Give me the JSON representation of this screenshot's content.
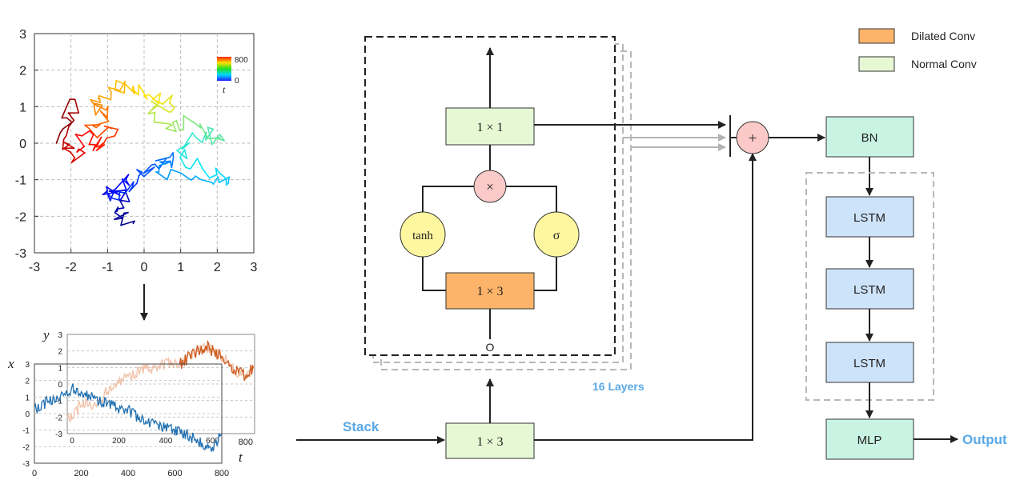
{
  "colors": {
    "dilated_conv": "#fdb46a",
    "normal_conv": "#e6f9d4",
    "bn_mlp": "#c9f4e4",
    "lstm": "#cde3fa",
    "gate": "#fef7a0",
    "multiply": "#fcc9c9",
    "accent_text": "#5aa8e6",
    "series_x": "#1f6fb0",
    "series_y": "#cc5a1e",
    "series_y_faded": "#f0c1a8"
  },
  "legend": {
    "items": [
      {
        "label": "Dilated Conv",
        "color": "#fdb46a"
      },
      {
        "label": "Normal Conv",
        "color": "#e6f9d4"
      }
    ]
  },
  "blocks": {
    "top_conv": "1 × 1",
    "dilated_conv": "1 × 3",
    "input_conv": "1 × 3",
    "tanh": "tanh",
    "sigma": "σ",
    "multiply": "×",
    "plus": "+",
    "bn": "BN",
    "lstm": [
      "LSTM",
      "LSTM",
      "LSTM"
    ],
    "mlp": "MLP"
  },
  "labels": {
    "stack": "Stack",
    "layers": "16 Layers",
    "output": "Output",
    "junction": "O"
  },
  "chart_data": [
    {
      "type": "scatter",
      "xlim": [
        -3,
        3
      ],
      "ylim": [
        -3,
        3
      ],
      "x_ticks": [
        "-3",
        "-2",
        "-1",
        "0",
        "1",
        "2",
        "3"
      ],
      "y_ticks": [
        "3",
        "2",
        "1",
        "0",
        "-1",
        "-2",
        "-3"
      ],
      "grid": true,
      "colorbar": {
        "label": "t",
        "min_label": "0",
        "max_label": "800"
      },
      "trajectory": [
        {
          "t": 0,
          "x": -0.3,
          "y": -2.2
        },
        {
          "t": 25,
          "x": -0.8,
          "y": -1.9
        },
        {
          "t": 50,
          "x": -0.4,
          "y": -1.6
        },
        {
          "t": 75,
          "x": -1.0,
          "y": -1.3
        },
        {
          "t": 100,
          "x": -0.5,
          "y": -1.0
        },
        {
          "t": 125,
          "x": -0.9,
          "y": -1.5
        },
        {
          "t": 150,
          "x": -0.2,
          "y": -1.1
        },
        {
          "t": 175,
          "x": 0.2,
          "y": -0.6
        },
        {
          "t": 200,
          "x": 0.8,
          "y": -0.4
        },
        {
          "t": 225,
          "x": 0.4,
          "y": -0.8
        },
        {
          "t": 250,
          "x": 1.4,
          "y": -0.9
        },
        {
          "t": 275,
          "x": 2.3,
          "y": -1.1
        },
        {
          "t": 300,
          "x": 1.6,
          "y": -0.7
        },
        {
          "t": 325,
          "x": 0.9,
          "y": -0.2
        },
        {
          "t": 350,
          "x": 1.7,
          "y": 0.3
        },
        {
          "t": 375,
          "x": 2.1,
          "y": 0.1
        },
        {
          "t": 400,
          "x": 1.3,
          "y": 0.6
        },
        {
          "t": 425,
          "x": 0.6,
          "y": 0.4
        },
        {
          "t": 450,
          "x": 0.2,
          "y": 0.9
        },
        {
          "t": 475,
          "x": 0.7,
          "y": 1.1
        },
        {
          "t": 500,
          "x": 0.0,
          "y": 1.3
        },
        {
          "t": 525,
          "x": -0.5,
          "y": 1.6
        },
        {
          "t": 550,
          "x": -0.9,
          "y": 1.4
        },
        {
          "t": 575,
          "x": -1.4,
          "y": 1.1
        },
        {
          "t": 600,
          "x": -1.0,
          "y": 0.7
        },
        {
          "t": 625,
          "x": -1.5,
          "y": 0.4
        },
        {
          "t": 650,
          "x": -0.8,
          "y": 0.2
        },
        {
          "t": 675,
          "x": -1.3,
          "y": -0.1
        },
        {
          "t": 700,
          "x": -1.7,
          "y": 0.2
        },
        {
          "t": 725,
          "x": -1.9,
          "y": -0.4
        },
        {
          "t": 750,
          "x": -2.2,
          "y": 0.1
        },
        {
          "t": 775,
          "x": -1.9,
          "y": 1.2
        },
        {
          "t": 800,
          "x": -2.4,
          "y": 0.0
        }
      ]
    },
    {
      "type": "line",
      "x_label": "t",
      "x_ticks": [
        "0",
        "200",
        "400",
        "600",
        "800"
      ],
      "xlim": [
        0,
        800
      ],
      "series": [
        {
          "name": "x",
          "ylim": [
            -3,
            3
          ],
          "y_ticks": [
            "3",
            "2",
            "1",
            "0",
            "-1",
            "-2",
            "-3"
          ],
          "x": [
            0,
            40,
            80,
            120,
            160,
            200,
            240,
            280,
            320,
            360,
            400,
            440,
            480,
            520,
            560,
            600,
            640,
            680,
            720,
            760,
            800
          ],
          "y": [
            0.2,
            0.6,
            0.9,
            1.2,
            1.5,
            1.3,
            1.0,
            0.8,
            0.5,
            0.3,
            0.2,
            -0.2,
            -0.5,
            -0.7,
            -0.9,
            -1.0,
            -1.2,
            -1.5,
            -1.8,
            -2.1,
            -1.2
          ]
        },
        {
          "name": "y",
          "ylim": [
            -3,
            3
          ],
          "y_ticks": [
            "3",
            "2",
            "1",
            "0",
            "-1",
            "-2",
            "-3"
          ],
          "x_ticks": [
            "0",
            "200",
            "400",
            "600",
            "800"
          ],
          "x": [
            0,
            40,
            80,
            120,
            160,
            200,
            240,
            280,
            320,
            360,
            400,
            440,
            480,
            520,
            560,
            600,
            640,
            680,
            720,
            760,
            800
          ],
          "y": [
            -2.2,
            -1.6,
            -1.0,
            -1.3,
            -0.6,
            0.0,
            0.3,
            0.6,
            0.8,
            0.9,
            1.1,
            1.3,
            1.2,
            1.6,
            2.0,
            2.2,
            1.9,
            1.4,
            0.8,
            0.5,
            1.0
          ]
        }
      ]
    }
  ]
}
